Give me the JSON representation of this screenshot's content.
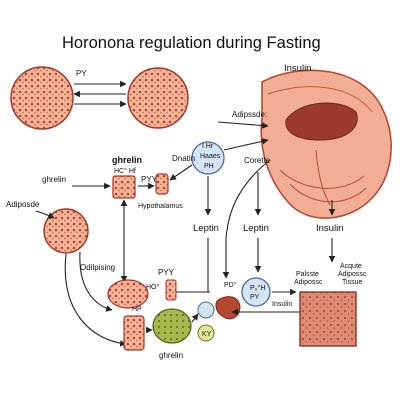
{
  "title": "Horonona regulation during Fasting",
  "labels": {
    "py_top": "PY",
    "insulin_top": "Insulin",
    "adipssde": "Adipssde:",
    "hh_line1": "I Hr",
    "hh_line2": "Haaes",
    "hh_line3": "PH",
    "dnatin": "Dnatin",
    "corette": "Corette",
    "ghrelin_bold": "ghrelin",
    "hc_hf": "HC° Hf",
    "ghrelin_left": "ghrelin",
    "pyy_mid": "PYY",
    "hypothalamus": "Hypothalamus",
    "adiposde": "Adiposde",
    "leptin_1": "Leptin",
    "leptin_2": "Leptin",
    "insulin_right": "Insulin",
    "odilpising": "Odilpising",
    "pyy_low": "PYY",
    "ho": "HO°",
    "pd": "PD°",
    "pyh_1": "P₀°H",
    "pyh_2": "PY",
    "hp": "HP",
    "insulin_low": "Insulin",
    "ky": "KY",
    "ghrelin_bottom": "ghrelin",
    "palsste": "Palsste",
    "adipossc": "Adipossc",
    "acqute": "Acqute",
    "adipossc_2": "Adipossc",
    "tissue": "Tissue"
  },
  "colors": {
    "cell_fill": "#f3b79a",
    "cell_dot": "#c4422e",
    "organ_fill": "#f0a88a",
    "organ_dark": "#b94a38",
    "liver": "#9c3b2b",
    "hypo_fill": "#cfe0f4",
    "gut_green": "#9fb347",
    "tissue": "#d9826a",
    "arrow": "#222222"
  },
  "icons": {
    "py_cell_left": "adipocyte-cluster-icon",
    "py_cell_right": "adipocyte-cluster-icon",
    "organ": "stomach-liver-icon",
    "hypothalamus": "hypothalamus-node-icon",
    "pituitary": "pituitary-gland-icon",
    "adipose_tissue": "adipose-tissue-icon",
    "gut_cell": "intestinal-cell-icon"
  }
}
